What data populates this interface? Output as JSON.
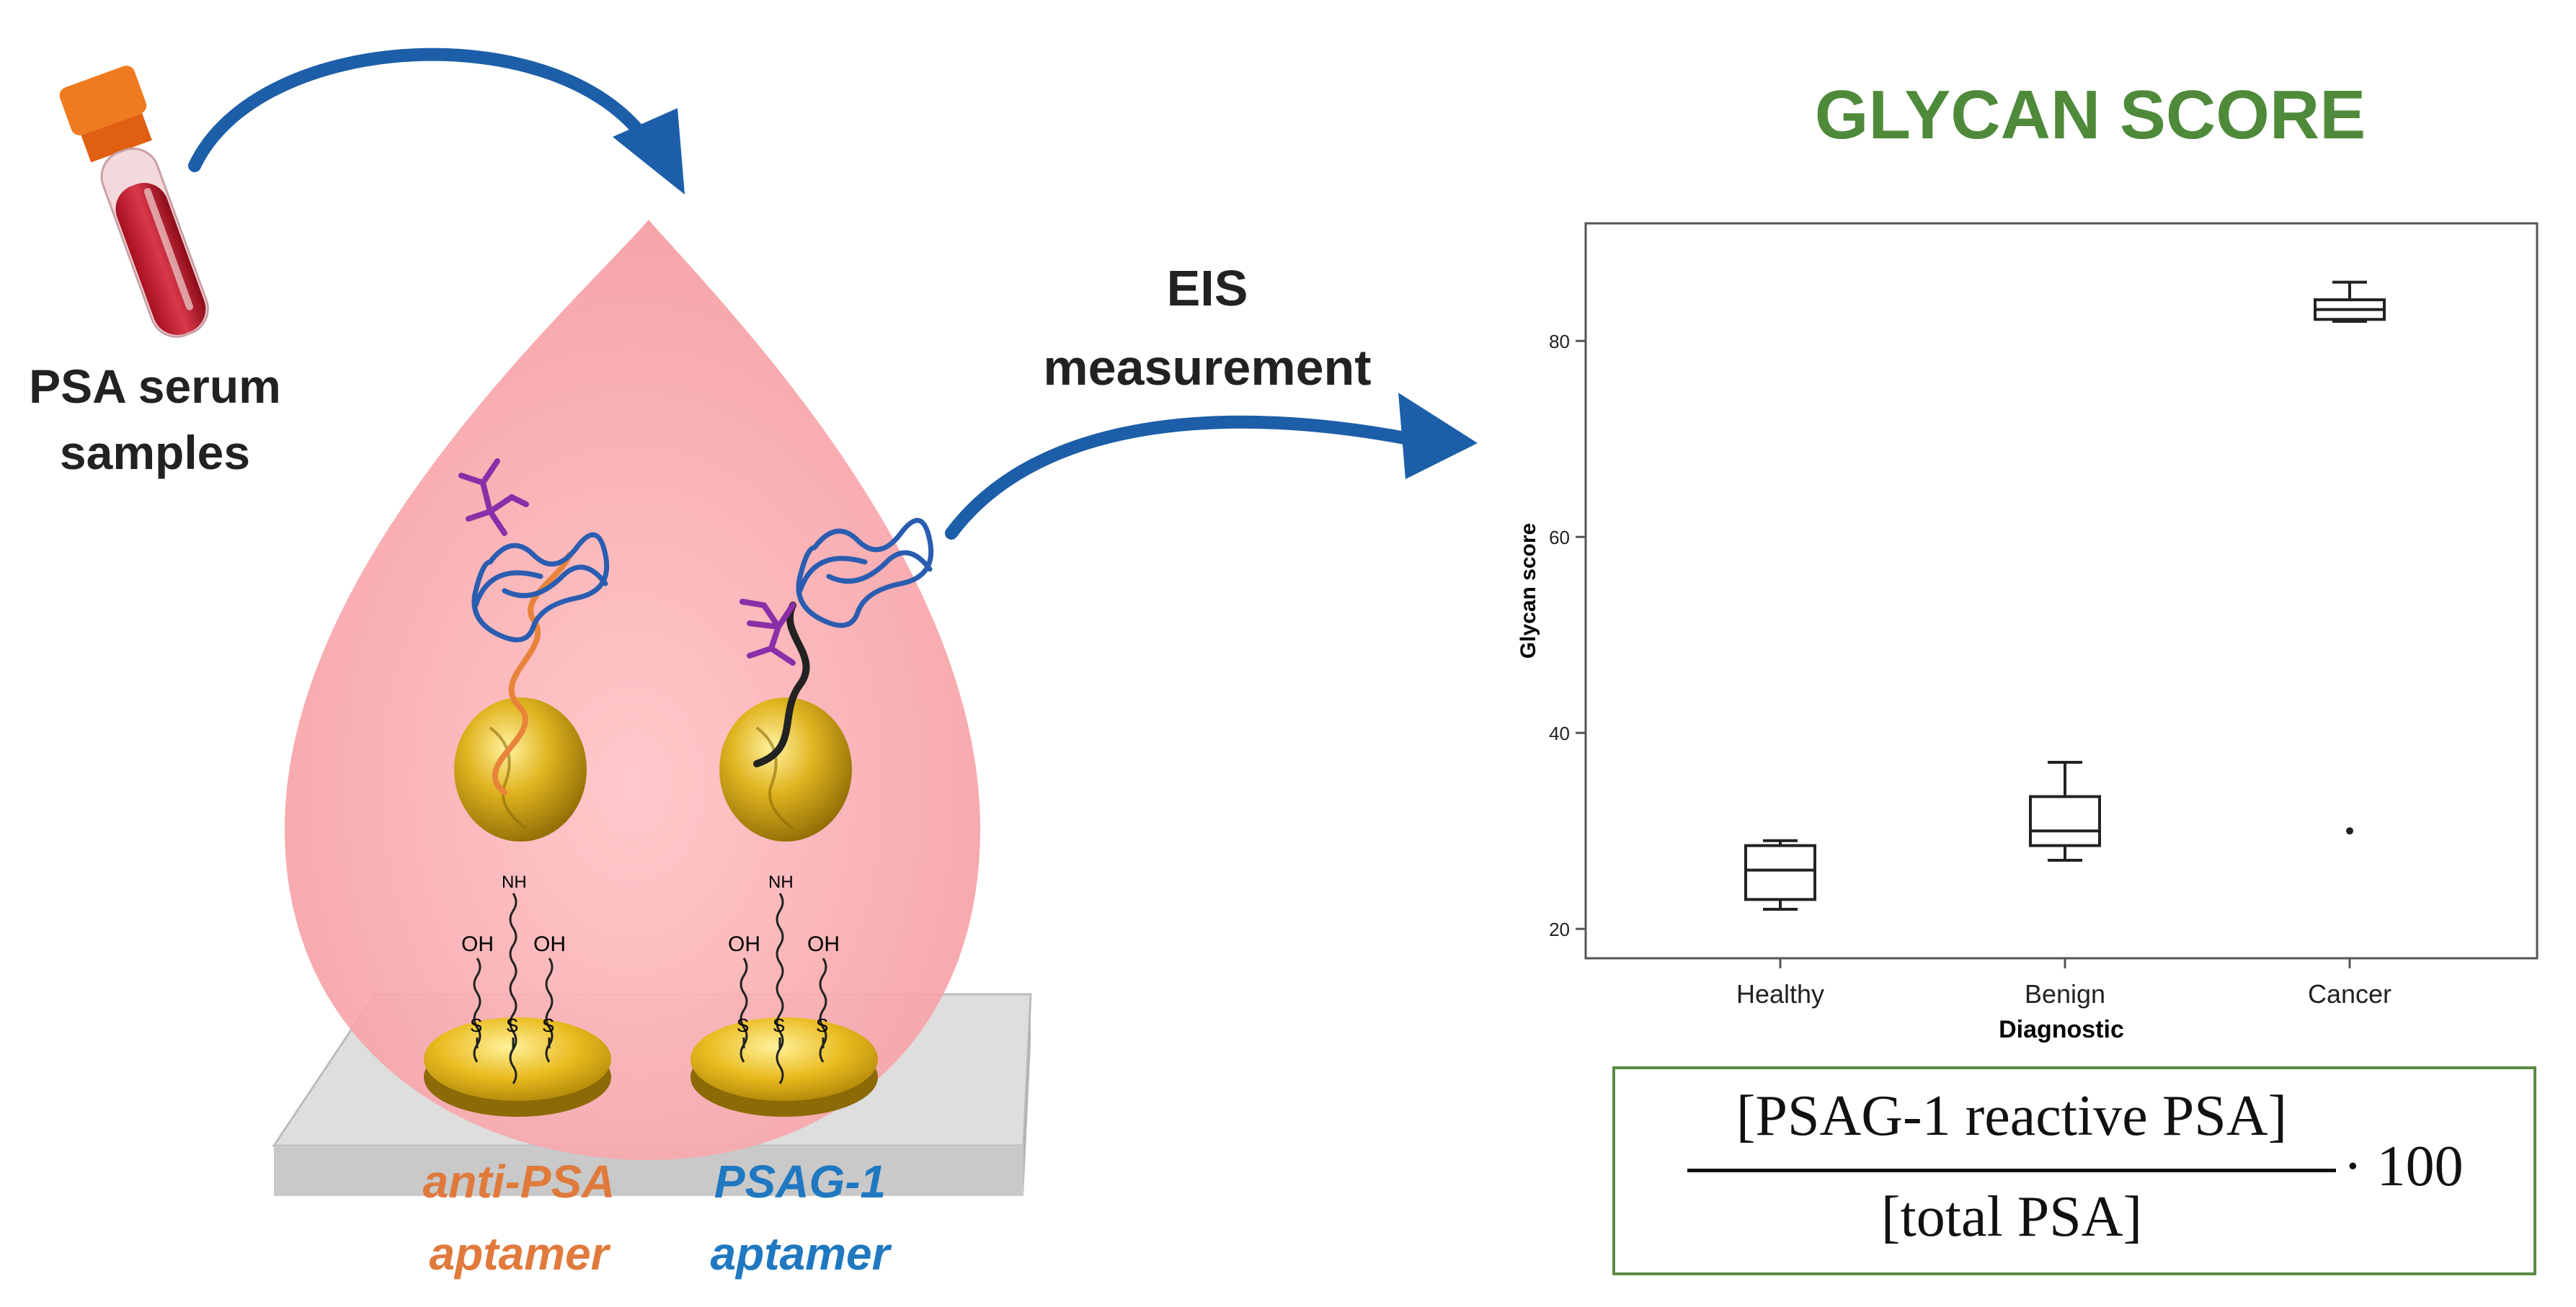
{
  "sample": {
    "lines": [
      "PSA serum",
      "samples"
    ]
  },
  "measurement": {
    "lines": [
      "EIS",
      "measurement"
    ]
  },
  "glycan_title": "GLYCAN SCORE",
  "aptamers": {
    "anti_psa": {
      "lines": [
        "anti-PSA",
        "aptamer"
      ],
      "color": "#e07a3c"
    },
    "psag1": {
      "lines": [
        "PSAG-1",
        "aptamer"
      ],
      "color": "#1f78c0"
    }
  },
  "chem": {
    "nh": "NH",
    "oh": "OH",
    "s": "S"
  },
  "colors": {
    "drop": "#f6a1a6",
    "gold": "#d9a810",
    "title": "#4e8a3a",
    "box": "#5c8a46",
    "arrow": "#1d5ea8"
  },
  "formula": {
    "numerator": "[PSAG-1 reactive PSA]",
    "denominator": "[total PSA]",
    "multiplier": "· 100"
  },
  "chart_data": {
    "type": "boxplot",
    "xlabel": "Diagnostic",
    "ylabel": "Glycan score",
    "ylim": [
      17,
      92
    ],
    "yticks": [
      20,
      40,
      60,
      80
    ],
    "categories": [
      "Healthy",
      "Benign",
      "Cancer"
    ],
    "boxes": [
      {
        "category": "Healthy",
        "min": 22,
        "q1": 23,
        "median": 26,
        "q3": 28.5,
        "max": 29
      },
      {
        "category": "Benign",
        "min": 27,
        "q1": 28.5,
        "median": 30,
        "q3": 33.5,
        "max": 37
      },
      {
        "category": "Cancer",
        "min": 82,
        "q1": 82.2,
        "median": 83.2,
        "q3": 84.2,
        "max": 86
      }
    ],
    "outliers": [
      {
        "category": "Cancer",
        "value": 30
      }
    ],
    "grid": false,
    "legend": "none"
  }
}
